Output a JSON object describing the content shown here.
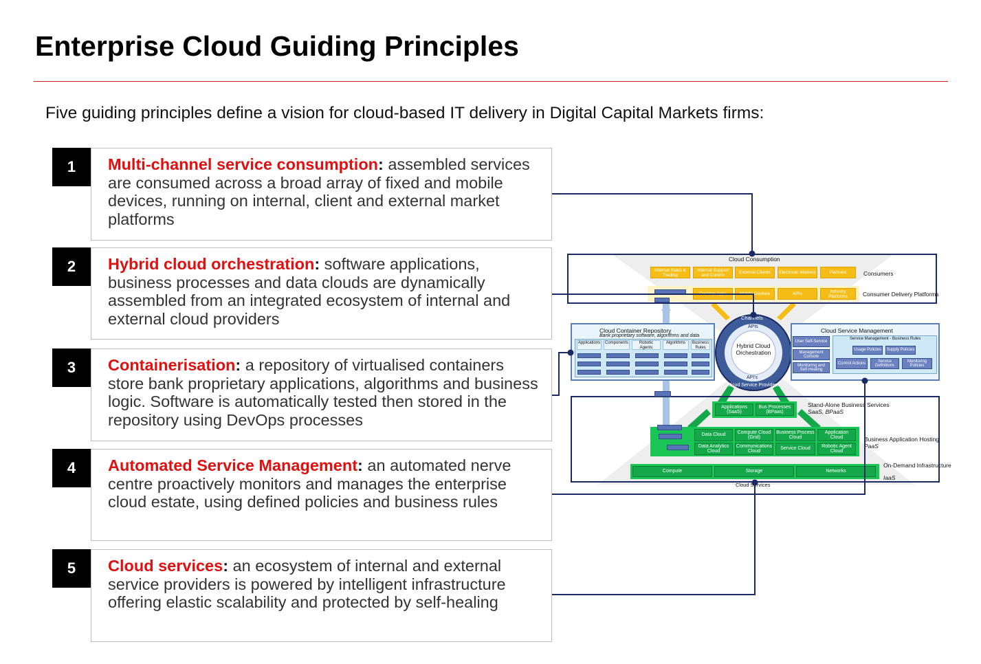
{
  "page": {
    "title": "Enterprise Cloud Guiding Principles",
    "subtitle": "Five guiding principles define a vision for cloud-based IT delivery in Digital Capital Markets firms:"
  },
  "principles": [
    {
      "number": "1",
      "lead": "Multi-channel service consumption",
      "colon": ":",
      "text": " assembled services are consumed across a broad array of fixed and mobile devices, running on internal, client and external market platforms"
    },
    {
      "number": "2",
      "lead": "Hybrid cloud orchestration",
      "colon": ":",
      "text": " software applications, business processes and data clouds are dynamically assembled from an integrated ecosystem of internal and external cloud providers"
    },
    {
      "number": "3",
      "lead": "Containerisation",
      "colon": ":",
      "text": " a repository of virtualised containers store bank proprietary applications, algorithms and business logic. Software is automatically tested then stored in the repository using DevOps processes"
    },
    {
      "number": "4",
      "lead": "Automated Service Management",
      "colon": ":",
      "text": " an automated nerve centre proactively monitors and manages the enterprise cloud estate, using defined policies and business rules"
    },
    {
      "number": "5",
      "lead": "Cloud services",
      "colon": ":",
      "text": " an ecosystem of internal and external service providers is powered by intelligent infrastructure offering elastic scalability and protected by self-healing"
    }
  ],
  "diagram": {
    "cloud_consumption": "Cloud Consumption",
    "consumers_label": "Consumers",
    "consumer_delivery_label": "Consumer Delivery Platforms",
    "consumers": [
      "Internal Sales & Trading",
      "Internal Support and Control",
      "External Clients",
      "Electronic Markets",
      "Partners"
    ],
    "delivery_platforms": [
      "Desktop Apps",
      "Mobile Devices",
      "APIs",
      "Industry Platforms"
    ],
    "repo_title": "Cloud Container Repository",
    "repo_subtitle": "Bank proprietary software, algorithms and data",
    "repo_columns": [
      "Applications",
      "Components",
      "Robotic Agents",
      "Algorithms",
      "Business Rules"
    ],
    "hub_title": "Hybrid Cloud Orchestration",
    "hub_channels": "Channels",
    "hub_apis_top": "APIs",
    "hub_apis_bottom": "API's",
    "hub_providers": "Cloud Service Providers",
    "csm_title": "Cloud Service Management",
    "csm_left": [
      "User Self-Service",
      "Management Console",
      "Monitoring and Self-Healing"
    ],
    "csm_rules": "Service Management - Business Rules",
    "csm_policies": [
      "Usage Policies",
      "Supply Policies",
      "Control Actions",
      "Service Definitions",
      "Monitoring Policies"
    ],
    "standalone_label": "Stand-Alone Business Services",
    "standalone_sub": "SaaS, BPaaS",
    "standalone": [
      "Applications (SaaS)",
      "Bus Processes (BPaas)"
    ],
    "hosting_label": "Business Application Hosting",
    "hosting_sub": "PaaS",
    "hosting": [
      "Data Cloud",
      "Compute Cloud (Grid)",
      "Business Process Cloud",
      "Application Cloud",
      "Data Analytics Cloud",
      "Communications Cloud",
      "Service Cloud",
      "Robotic Agent Cloud"
    ],
    "infra_label": "On-Demand Infrastructure",
    "infra_sub": "IaaS",
    "infra": [
      "Compute",
      "Storage",
      "Networks"
    ],
    "cloud_services": "Cloud Services"
  },
  "colors": {
    "accent_red": "#e01010",
    "rule_red": "#d31c1c",
    "navy": "#1b2a63",
    "yellow": "#f6bd16",
    "green": "#14a84a",
    "light_blue": "#cfe8f6"
  }
}
